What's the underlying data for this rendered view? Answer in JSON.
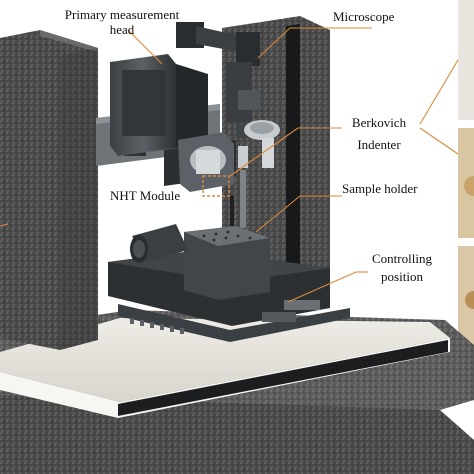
{
  "labels": {
    "primary_line1": "Primary measurement",
    "primary_line2": "head",
    "microscope": "Microscope",
    "berkovich_line1": "Berkovich",
    "berkovich_line2": "Indenter",
    "nht": "NHT Module",
    "sample_holder": "Sample holder",
    "controlling_line1": "Controlling",
    "controlling_line2": "position"
  },
  "colors": {
    "leader_line": "#d98a3a",
    "granite": "#4a4a4a",
    "dark_metal": "#2f3336",
    "base_plate": "#e4e2dc"
  }
}
